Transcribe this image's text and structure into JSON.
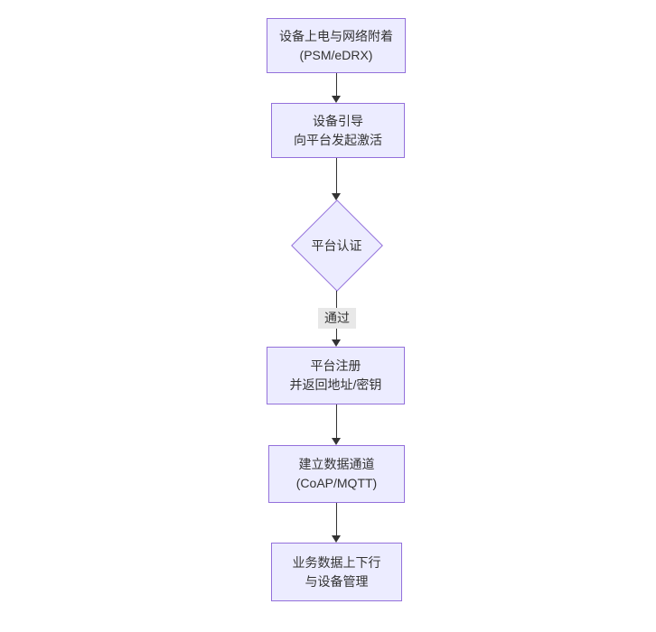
{
  "flowchart": {
    "background_color": "#ffffff",
    "node_fill_color": "#ECECFF",
    "node_border_color": "#9370DB",
    "node_text_color": "#333333",
    "edge_color": "#333333",
    "edge_label_bg_color": "#e8e8e8",
    "direction": "top-down",
    "nodes": [
      {
        "id": "power-attach",
        "shape": "rect",
        "lines": [
          "设备上电与网络附着",
          "(PSM/eDRX)"
        ]
      },
      {
        "id": "bootstrap",
        "shape": "rect",
        "lines": [
          "设备引导",
          "向平台发起激活"
        ]
      },
      {
        "id": "platform-auth",
        "shape": "diamond",
        "lines": [
          "平台认证"
        ]
      },
      {
        "id": "register",
        "shape": "rect",
        "lines": [
          "平台注册",
          "并返回地址/密钥"
        ]
      },
      {
        "id": "data-channel",
        "shape": "rect",
        "lines": [
          "建立数据通道",
          "(CoAP/MQTT)"
        ]
      },
      {
        "id": "business-data",
        "shape": "rect",
        "lines": [
          "业务数据上下行",
          "与设备管理"
        ]
      }
    ],
    "edges": [
      {
        "from": "power-attach",
        "to": "bootstrap",
        "label": ""
      },
      {
        "from": "bootstrap",
        "to": "platform-auth",
        "label": ""
      },
      {
        "from": "platform-auth",
        "to": "register",
        "label": "通过"
      },
      {
        "from": "register",
        "to": "data-channel",
        "label": ""
      },
      {
        "from": "data-channel",
        "to": "business-data",
        "label": ""
      }
    ]
  }
}
